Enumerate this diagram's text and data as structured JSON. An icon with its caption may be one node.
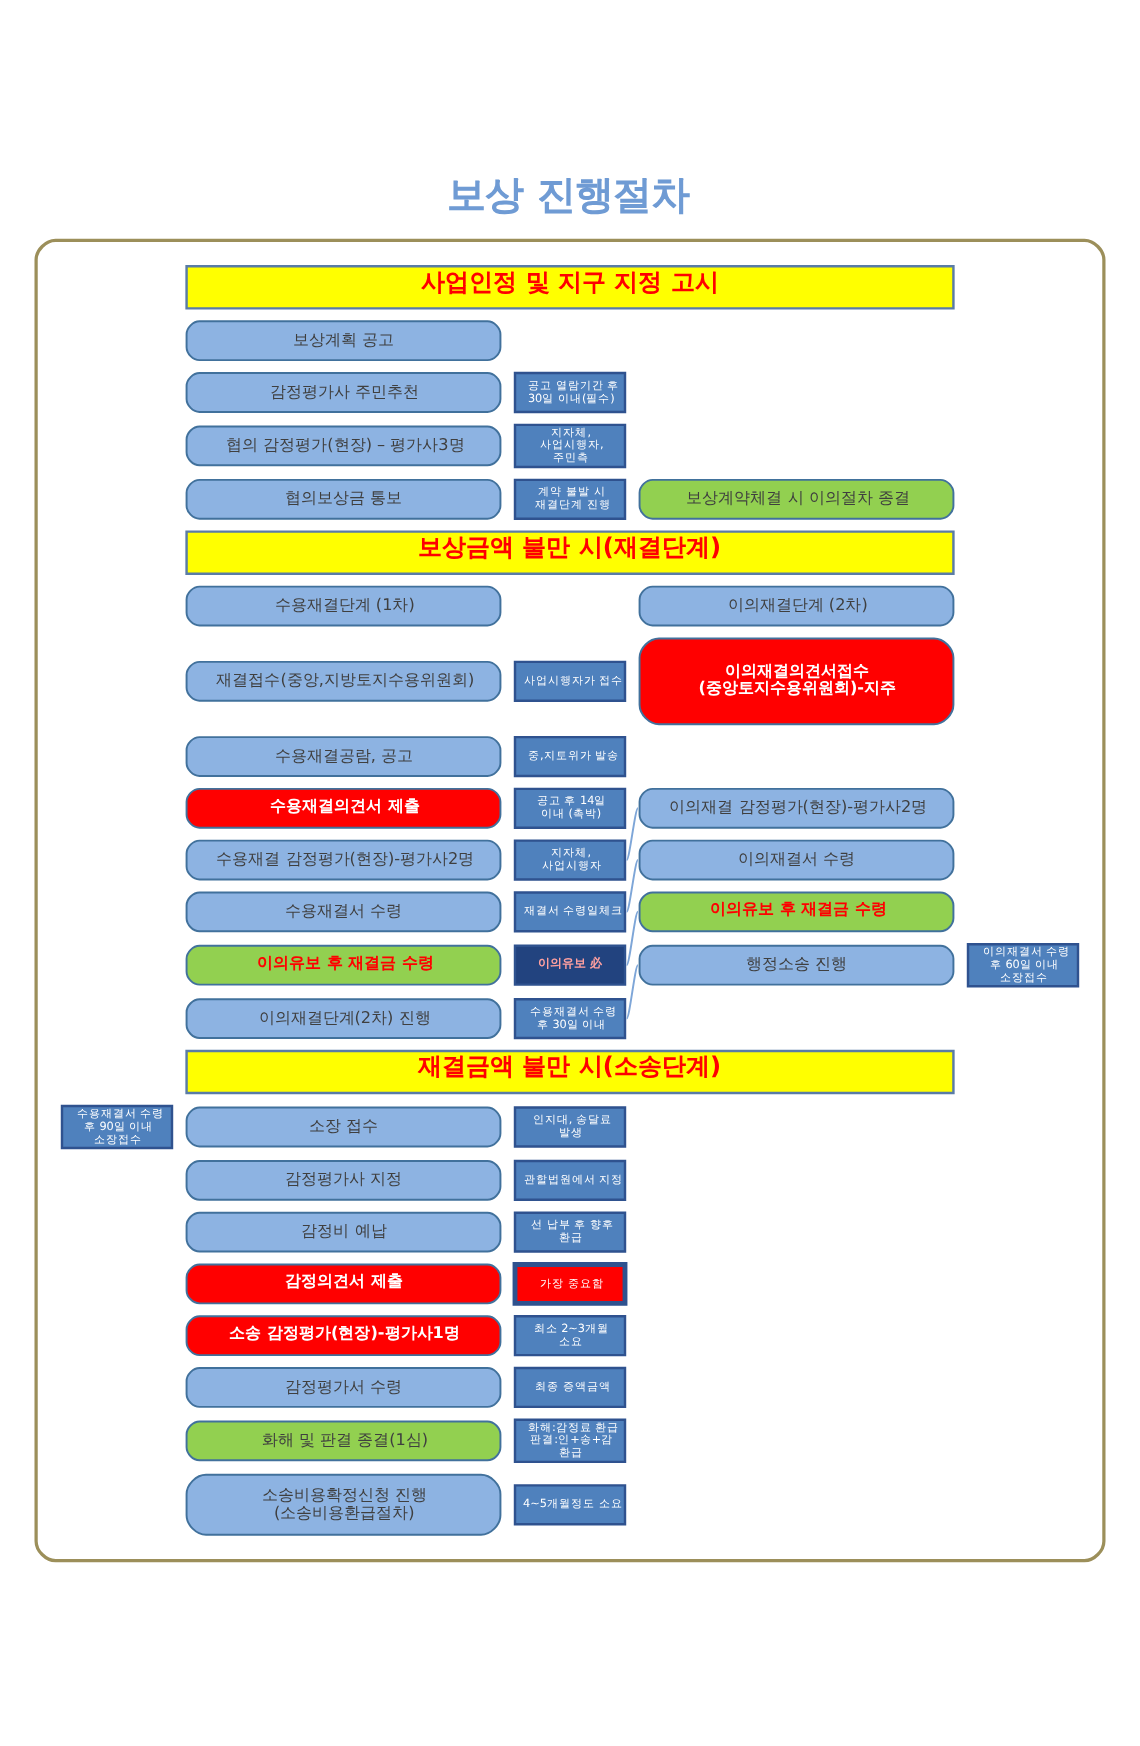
{
  "diagram": {
    "title": "보상 진행절차",
    "nodes": [
      {
        "text": [],
        "shape": "box"
      },
      {
        "text": [
          "사업인정 및 지구 지정 고시"
        ],
        "in": 0
      },
      {
        "text": [
          "보상계획 공고"
        ],
        "in": 0
      },
      {
        "text": [
          "감정평가사 주민추천"
        ],
        "in": 0
      },
      {
        "text": [
          "공고 열람기간 후 30일 이내(필수)"
        ],
        "in": 0
      },
      {
        "text": [
          "협의 감정평가(현장) – 평가사3명"
        ],
        "in": 0
      },
      {
        "text": [
          "지자체, 사업시행자, 주민측"
        ],
        "in": 0
      },
      {
        "text": [
          "협의보상금 통보"
        ],
        "in": 0
      },
      {
        "text": [
          "계약 불발 시 재결단계 진행"
        ],
        "in": 0
      },
      {
        "text": [
          "보상계약체결 시 이의절차 종결"
        ],
        "in": 0
      },
      {
        "text": [
          "보상금액 불만 시(재결단계)"
        ],
        "in": 0
      },
      {
        "text": [
          "수용재결단계 (1차)"
        ],
        "in": 0
      },
      {
        "text": [
          "이의재결단계 (2차)"
        ],
        "in": 0
      },
      {
        "text": [
          "재결접수(중앙,지방토지수용위원회)"
        ],
        "in": 0
      },
      {
        "text": [
          "사업시행자가 접수"
        ],
        "in": 0
      },
      {
        "text": [
          "이의재결의견서접수 (중앙토지수용위원회)-지주"
        ],
        "in": 0
      },
      {
        "text": [
          "수용재결공람, 공고"
        ],
        "in": 0
      },
      {
        "text": [
          "중,지토위가 발송"
        ],
        "in": 0
      },
      {
        "text": [
          "수용재결의견서 제출"
        ],
        "in": 0
      },
      {
        "text": [
          "공고 후 14일 이내 (촉박)"
        ],
        "in": 0
      },
      {
        "text": [
          "이의재결 감정평가(현장)-평가사2명"
        ],
        "in": 0
      },
      {
        "text": [
          "수용재결 감정평가(현장)-평가사2명"
        ],
        "in": 0
      },
      {
        "text": [
          "지자체, 사업시행자"
        ],
        "in": 0
      },
      {
        "text": [
          "이의재결서 수령"
        ],
        "in": 0
      },
      {
        "text": [
          "수용재결서 수령"
        ],
        "in": 0
      },
      {
        "text": [
          "재결서 수령일체크"
        ],
        "in": 0
      },
      {
        "text": [
          "이의유보 후 재결금 수령"
        ],
        "in": 0
      },
      {
        "text": [
          "이의유보 후 재결금 수령"
        ],
        "in": 0
      },
      {
        "text": [
          "이의유보 必"
        ],
        "in": 0
      },
      {
        "text": [
          "행정소송 진행"
        ],
        "in": 0
      },
      {
        "text": [
          "이의재결서 수령 후 60일 이내 소장접수"
        ],
        "in": 0
      },
      {
        "text": [
          "이의재결단계(2차) 진행"
        ],
        "in": 0
      },
      {
        "text": [
          "수용재결서 수령 후 30일 이내"
        ],
        "in": 0
      },
      {
        "text": [
          "재결금액 불만 시(소송단계)"
        ],
        "in": 0
      },
      {
        "text": [
          "수용재결서 수령 후 90일 이내 소장접수"
        ],
        "in": 0
      },
      {
        "text": [
          "소장 접수"
        ],
        "in": 0
      },
      {
        "text": [
          "인지대, 송달료 발생"
        ],
        "in": 0
      },
      {
        "text": [
          "감정평가사 지정"
        ],
        "in": 0
      },
      {
        "text": [
          "관할법원에서 지정"
        ],
        "in": 0
      },
      {
        "text": [
          "감정비 예납"
        ],
        "in": 0
      },
      {
        "text": [
          "선 납부 후 향후 환급"
        ],
        "in": 0
      },
      {
        "text": [
          "감정의견서 제출"
        ],
        "in": 0
      },
      {
        "text": [
          "가장 중요함"
        ],
        "in": 0
      },
      {
        "text": [
          "소송 감정평가(현장)-평가사1명"
        ],
        "in": 0
      },
      {
        "text": [
          "최소 2~3개월 소요"
        ],
        "in": 0
      },
      {
        "text": [
          "감정평가서 수령"
        ],
        "in": 0
      },
      {
        "text": [
          "최종 증액금액"
        ],
        "in": 0
      },
      {
        "text": [
          "화해 및 판결 종결(1심)"
        ],
        "in": 0
      },
      {
        "text": [
          "화해:감정료 환급 판결:인+송+감 환급"
        ],
        "in": 0
      },
      {
        "text": [
          "소송비용확정신청 진행 (소송비용환급절차)"
        ],
        "in": 0
      },
      {
        "text": [
          "4~5개월정도 소요"
        ],
        "in": 0
      }
    ],
    "edges": [
      {
        "from": 22,
        "to": 20,
        "arrow": "none"
      },
      {
        "from": 25,
        "to": 23,
        "arrow": "none"
      },
      {
        "from": 28,
        "to": 26,
        "arrow": "none"
      },
      {
        "from": 32,
        "to": 29,
        "arrow": "none"
      }
    ]
  }
}
